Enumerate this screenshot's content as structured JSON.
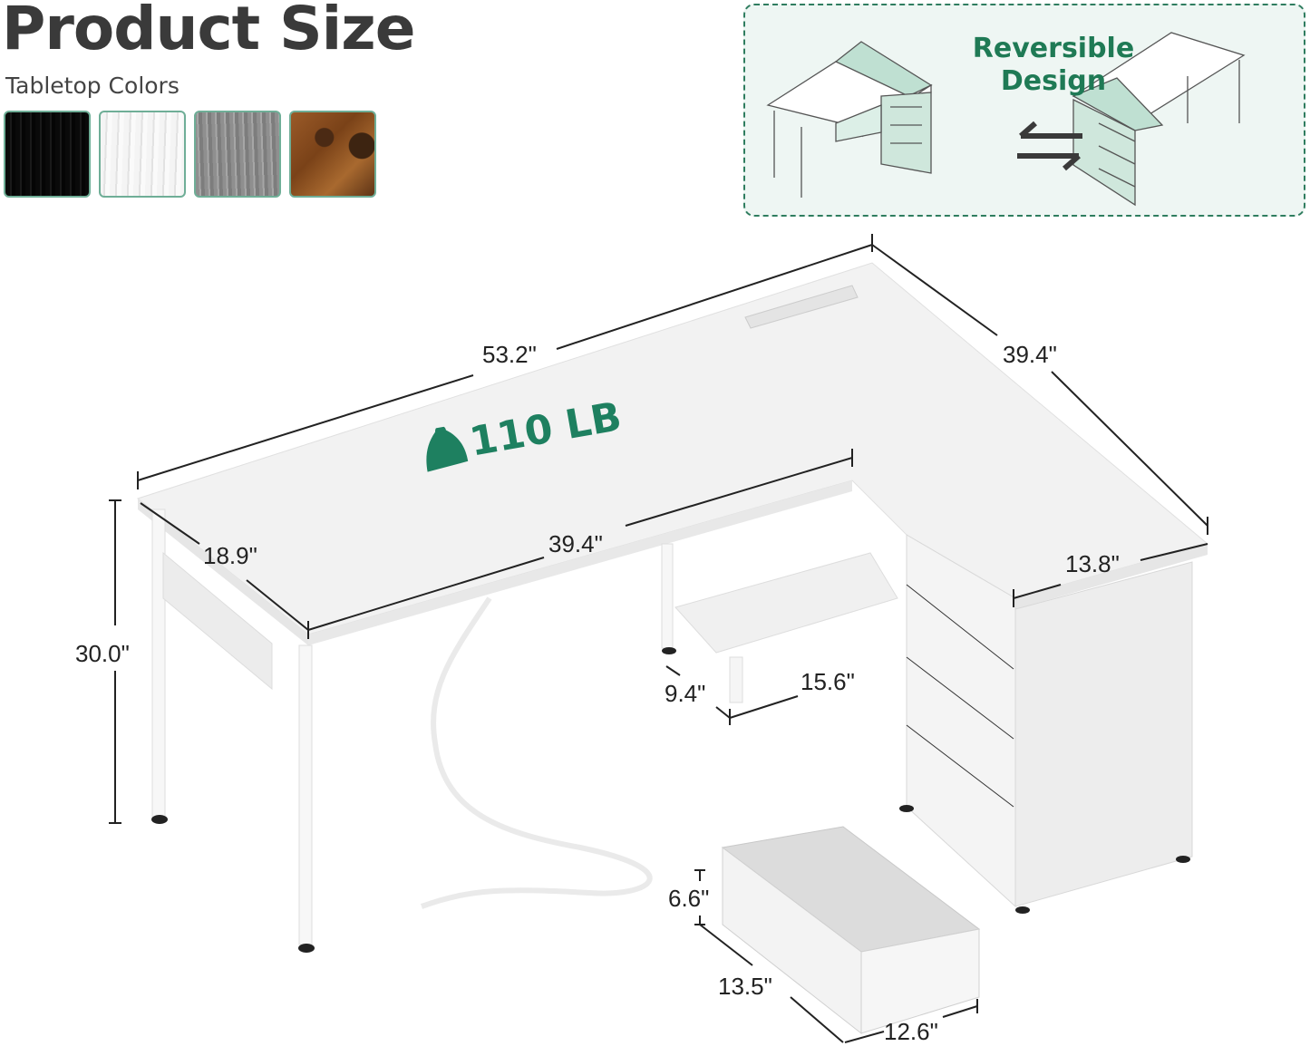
{
  "header": {
    "title": "Product Size",
    "subtitle": "Tabletop Colors"
  },
  "tabletop_colors": [
    {
      "name": "black",
      "color": "#0d0d0d"
    },
    {
      "name": "white",
      "color": "#efefef"
    },
    {
      "name": "grey",
      "color": "#8f8f8f"
    },
    {
      "name": "rustic-brown",
      "color": "#8a4e22"
    }
  ],
  "reversible": {
    "title_line1": "Reversible",
    "title_line2": "Design",
    "icon": "swap-arrows-icon",
    "accent_color": "#1f7a55"
  },
  "load_capacity": {
    "icon": "weight-icon",
    "value": "110 LB",
    "color": "#1e8060"
  },
  "dimensions": {
    "total_length": "53.2\"",
    "return_length": "39.4\"",
    "depth": "18.9\"",
    "inner_length": "39.4\"",
    "height": "30.0\"",
    "cabinet_depth": "13.8\"",
    "shelf_depth": "9.4\"",
    "shelf_width": "15.6\"",
    "drawer_height": "6.6\"",
    "drawer_depth": "13.5\"",
    "drawer_width": "12.6\""
  }
}
